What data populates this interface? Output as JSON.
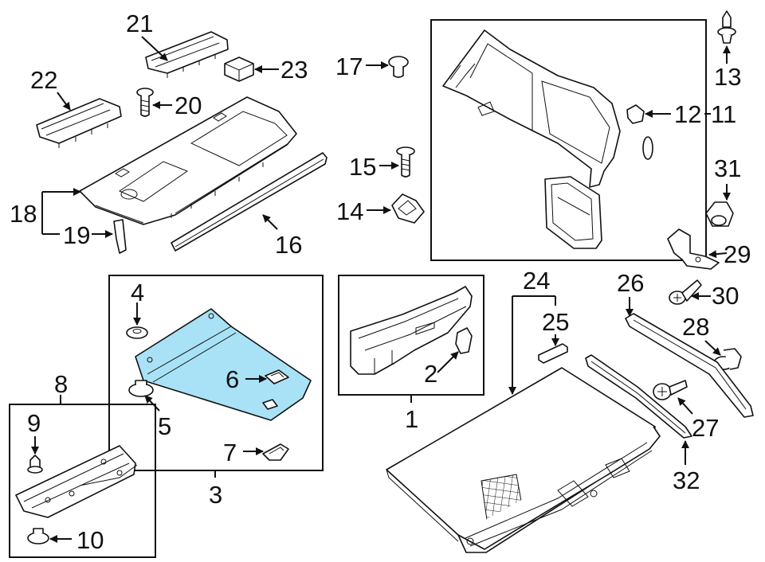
{
  "diagram": {
    "highlight_color": "#a9e2f6",
    "callouts": {
      "c1": "1",
      "c2": "2",
      "c3": "3",
      "c4": "4",
      "c5": "5",
      "c6": "6",
      "c7": "7",
      "c8": "8",
      "c9": "9",
      "c10": "10",
      "c11": "11",
      "c12": "12",
      "c13": "13",
      "c14": "14",
      "c15": "15",
      "c16": "16",
      "c17": "17",
      "c18": "18",
      "c19": "19",
      "c20": "20",
      "c21": "21",
      "c22": "22",
      "c23": "23",
      "c24": "24",
      "c25": "25",
      "c26": "26",
      "c27": "27",
      "c28": "28",
      "c29": "29",
      "c30": "30",
      "c31": "31",
      "c32": "32"
    }
  }
}
